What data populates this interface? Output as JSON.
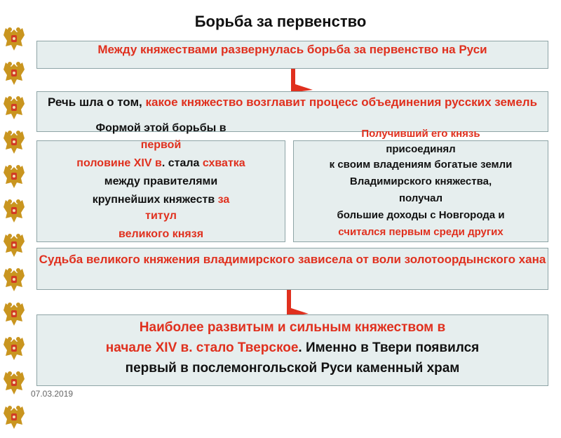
{
  "title": "Борьба за первенство",
  "colors": {
    "red": "#e0301e",
    "box_bg": "#e6eeee",
    "box_border": "#8ea4a6",
    "arrow": "#e0301e"
  },
  "emblem_count": 12,
  "box1": {
    "text": "Между княжествами развернулась борьба за первенство на Руси"
  },
  "box2": {
    "part1": "Речь шла о том, ",
    "part2": "какое княжество возглавит процесс объединения русских земель"
  },
  "box3": {
    "line1": "Формой этой борьбы в",
    "line2": "первой",
    "line3_red": "половине XIV в",
    "line3_dark": ". стала ",
    "line3_red2": "схватка",
    "line4": "между правителями",
    "line5_dark": "крупнейших княжеств ",
    "line5_red": "за",
    "line6": "титул",
    "line7": "великого князя"
  },
  "box4": {
    "line1": "Получивший его князь",
    "line2": "присоединял",
    "line3": "к своим владениям богатые земли",
    "line4": "Владимирского княжества,",
    "line5": "получал",
    "line6": "большие доходы с Новгорода и",
    "line7": "считался первым среди других"
  },
  "box5": {
    "text": "Судьба великого княжения владимирского зависела от воли золотоордынского хана"
  },
  "box6": {
    "red1": "Наиболее развитым и сильным княжеством в",
    "red2": "начале XIV в. стало Тверское",
    "dark1": ". Именно в Твери появился",
    "dark2": "первый в послемонгольской Руси каменный храм"
  },
  "date": "07.03.2019"
}
